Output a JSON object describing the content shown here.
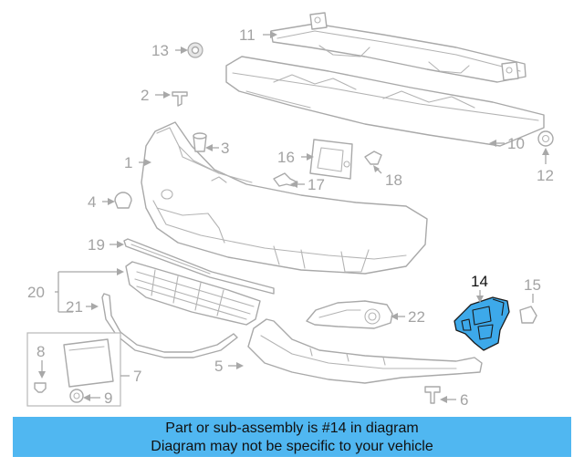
{
  "callouts": [
    {
      "id": "1",
      "text": "1"
    },
    {
      "id": "2",
      "text": "2"
    },
    {
      "id": "3",
      "text": "3"
    },
    {
      "id": "4",
      "text": "4"
    },
    {
      "id": "5",
      "text": "5"
    },
    {
      "id": "6",
      "text": "6"
    },
    {
      "id": "7",
      "text": "7"
    },
    {
      "id": "8",
      "text": "8"
    },
    {
      "id": "9",
      "text": "9"
    },
    {
      "id": "10",
      "text": "10"
    },
    {
      "id": "11",
      "text": "11"
    },
    {
      "id": "12",
      "text": "12"
    },
    {
      "id": "13",
      "text": "13"
    },
    {
      "id": "14",
      "text": "14"
    },
    {
      "id": "15",
      "text": "15"
    },
    {
      "id": "16",
      "text": "16"
    },
    {
      "id": "17",
      "text": "17"
    },
    {
      "id": "18",
      "text": "18"
    },
    {
      "id": "19",
      "text": "19"
    },
    {
      "id": "20",
      "text": "20"
    },
    {
      "id": "21",
      "text": "21"
    },
    {
      "id": "22",
      "text": "22"
    }
  ],
  "highlighted_part": "14",
  "colors": {
    "highlight_fill": "#3da9ea",
    "banner_background": "#50b7f1",
    "line_art": "#a9a9a9"
  },
  "banner": {
    "line1": "Part or sub-assembly is #14 in diagram",
    "line2": "Diagram may not be specific to your vehicle"
  }
}
